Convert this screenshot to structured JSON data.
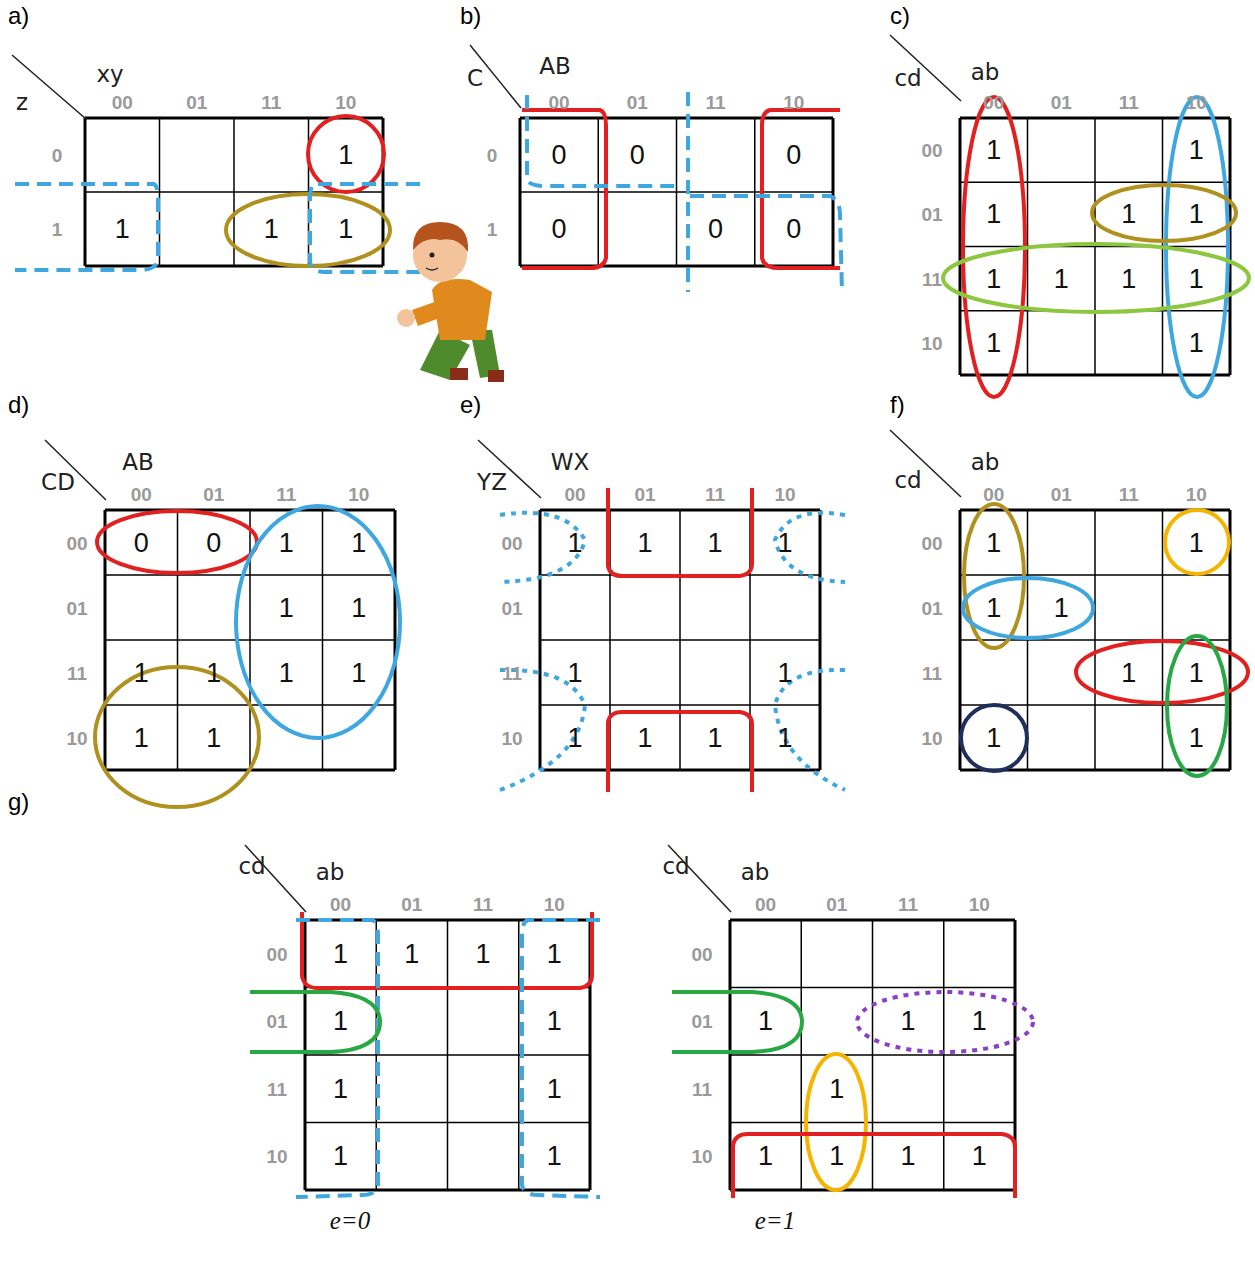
{
  "diagram": {
    "labels": [
      "a)",
      "xy",
      "z",
      "00",
      "01",
      "11",
      "10",
      "0",
      "1",
      "1",
      "1",
      "1",
      "1",
      "b)",
      "AB",
      "C",
      "00",
      "01",
      "11",
      "10",
      "0",
      "1",
      "0",
      "0",
      "0",
      "0",
      "0",
      "0",
      "c)",
      "ab",
      "cd",
      "00",
      "01",
      "11",
      "10",
      "00",
      "01",
      "11",
      "10",
      "1",
      "1",
      "1",
      "1",
      "1",
      "1",
      "1",
      "1",
      "1",
      "1",
      "1",
      "d)",
      "AB",
      "CD",
      "00",
      "01",
      "11",
      "10",
      "00",
      "01",
      "11",
      "10",
      "0",
      "0",
      "1",
      "1",
      "1",
      "1",
      "1",
      "1",
      "1",
      "1",
      "1",
      "1",
      "e)",
      "WX",
      "YZ",
      "00",
      "01",
      "11",
      "10",
      "00",
      "01",
      "11",
      "10",
      "1",
      "1",
      "1",
      "1",
      "1",
      "1",
      "1",
      "1",
      "1",
      "1",
      "f)",
      "ab",
      "cd",
      "00",
      "01",
      "11",
      "10",
      "00",
      "01",
      "11",
      "10",
      "1",
      "1",
      "1",
      "1",
      "1",
      "1",
      "1",
      "1",
      "g)",
      "ab",
      "cd",
      "00",
      "01",
      "11",
      "10",
      "00",
      "01",
      "11",
      "10",
      "1",
      "1",
      "1",
      "1",
      "1",
      "1",
      "1",
      "1",
      "1",
      "1",
      "e=0",
      "ab",
      "cd",
      "00",
      "01",
      "11",
      "10",
      "00",
      "01",
      "11",
      "10",
      "1",
      "1",
      "1",
      "1",
      "1",
      "1",
      "1",
      "1",
      "e=1"
    ]
  }
}
